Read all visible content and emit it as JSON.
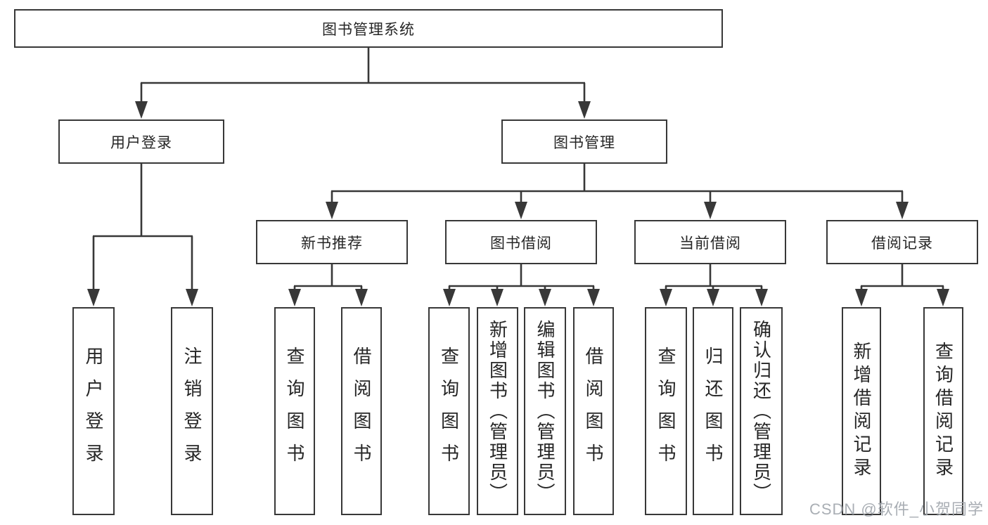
{
  "colors": {
    "line": "#383838",
    "box_border": "#383838",
    "box_fill": "#ffffff",
    "text": "#262626",
    "watermark": "#a4aab0"
  },
  "tree": {
    "root": "图书管理系统",
    "branches": [
      {
        "label": "用户登录",
        "children": [
          "用户登录",
          "注销登录"
        ]
      },
      {
        "label": "图书管理",
        "groups": [
          {
            "label": "新书推荐",
            "children": [
              "查询图书",
              "借阅图书"
            ]
          },
          {
            "label": "图书借阅",
            "children": [
              "查询图书",
              "新增图书（管理员）",
              "编辑图书（管理员）",
              "借阅图书"
            ]
          },
          {
            "label": "当前借阅",
            "children": [
              "查询图书",
              "归还图书",
              "确认归还（管理员）"
            ]
          },
          {
            "label": "借阅记录",
            "children": [
              "新增借阅记录",
              "查询借阅记录"
            ]
          }
        ]
      }
    ]
  },
  "watermark": {
    "text": "CSDN @软件_小贺同学"
  }
}
